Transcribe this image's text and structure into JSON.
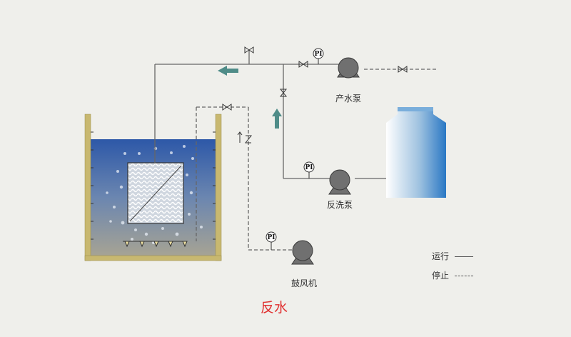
{
  "labels": {
    "product_pump": "产水泵",
    "backwash_pump": "反洗泵",
    "blower": "鼓风机",
    "pi": "PI",
    "caption": "反水"
  },
  "legend": {
    "running": "运行",
    "stopped": "停止"
  },
  "colors": {
    "caption": "#e03030",
    "flow_arrow": "#4f8c88",
    "tank_water_top": "#2f5aa8",
    "tank_wall": "#c8b870"
  }
}
